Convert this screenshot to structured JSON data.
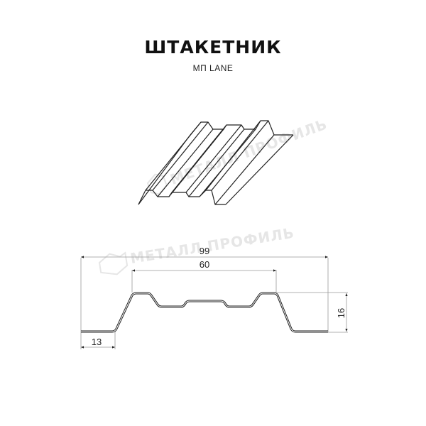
{
  "header": {
    "title": "ШТАКЕТНИК",
    "subtitle": "МП LANE"
  },
  "watermark": {
    "text": "МЕТАЛЛ ПРОФИЛЬ"
  },
  "drawing": {
    "dimensions": {
      "total_width": "99",
      "top_width": "60",
      "flange_width": "13",
      "height": "16"
    },
    "units": "mm",
    "colors": {
      "line": "#222222",
      "dimension_line": "#999999",
      "watermark": "#e6e6e6"
    }
  }
}
